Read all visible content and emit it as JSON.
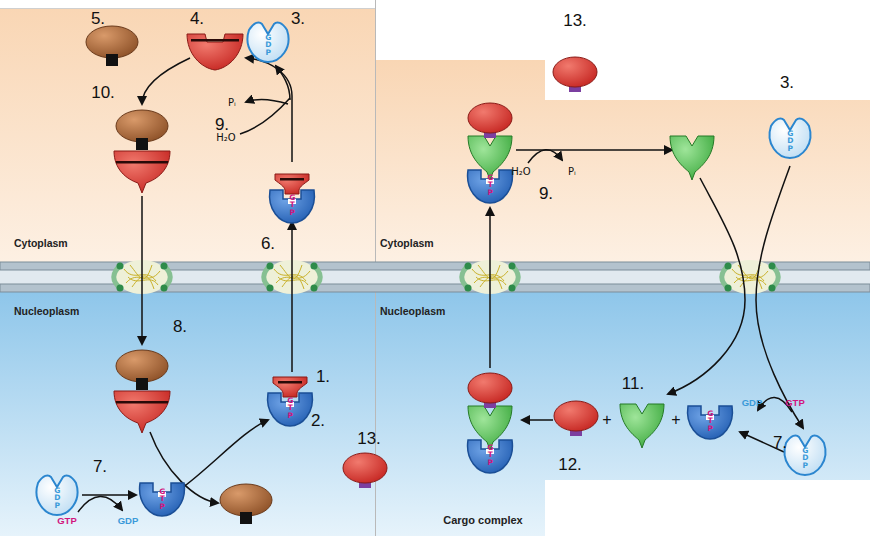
{
  "diagram": {
    "labels": [
      "5.",
      "4.",
      "3.",
      "10.",
      "Pᵢ",
      "9.",
      "H₂O",
      "GDP",
      "GTP",
      "Cytoplasm",
      "6.",
      "Nucleoplasm",
      "8.",
      "1.",
      "GTP",
      "2.",
      "GDP",
      "7.",
      "GTP",
      "GDP",
      "GTP",
      "13.",
      "GTP",
      "H₂O",
      "Pᵢ",
      "9.",
      "3.",
      "GDP",
      "Cytoplasm",
      "Nucleoplasm",
      "11.",
      "GDP",
      "GTP",
      "7.",
      "GTP",
      "+",
      "+",
      "GTP",
      "GDP",
      "Cargo complex",
      "12.",
      "13."
    ]
  }
}
